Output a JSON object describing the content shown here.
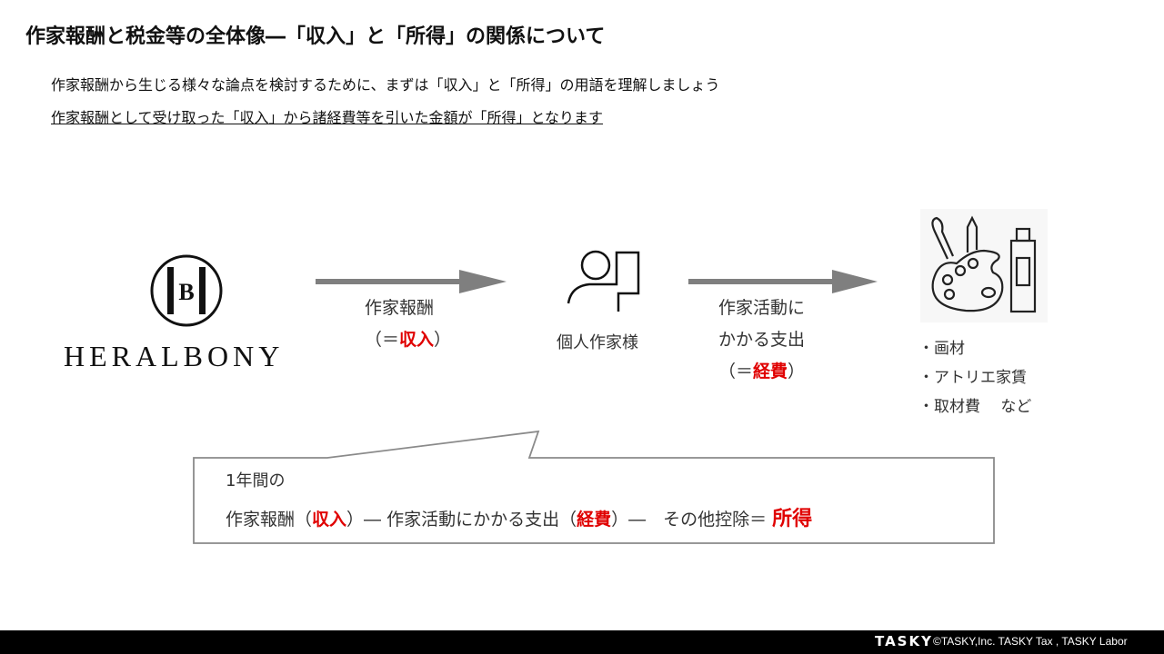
{
  "title": "作家報酬と税金等の全体像―「収入」と「所得」の関係について",
  "intro": "作家報酬から生じる様々な論点を検討するために、まずは「収入」と「所得」の用語を理解しましょう",
  "definition": "作家報酬として受け取った「収入」から諸経費等を引いた金額が「所得」となります",
  "logo": {
    "brand": "HERALBONY",
    "mark": "IBI"
  },
  "flow": {
    "arrow1_label": "作家報酬",
    "arrow1_paren_open": "（＝",
    "arrow1_term": "収入",
    "arrow1_paren_close": "）",
    "artist_label": "個人作家様",
    "arrow2_line1": "作家活動に",
    "arrow2_line2": "かかる支出",
    "arrow2_paren_open": "（＝",
    "arrow2_term": "経費",
    "arrow2_paren_close": "）",
    "expenses": [
      "・画材",
      "・アトリエ家賃",
      "・取材費　 など"
    ]
  },
  "callout": {
    "period": "1年間の",
    "f1": "作家報酬（",
    "f1_term": "収入",
    "f2": "）― 作家活動にかかる支出（",
    "f2_term": "経費",
    "f3": "）―　その他控除＝ ",
    "result": "所得"
  },
  "footer": {
    "brand": "TASKY",
    "copyright": "©TASKY,Inc. TASKY Tax , TASKY Labor"
  },
  "colors": {
    "accent": "#e00000",
    "arrow": "#7f7f7f"
  }
}
